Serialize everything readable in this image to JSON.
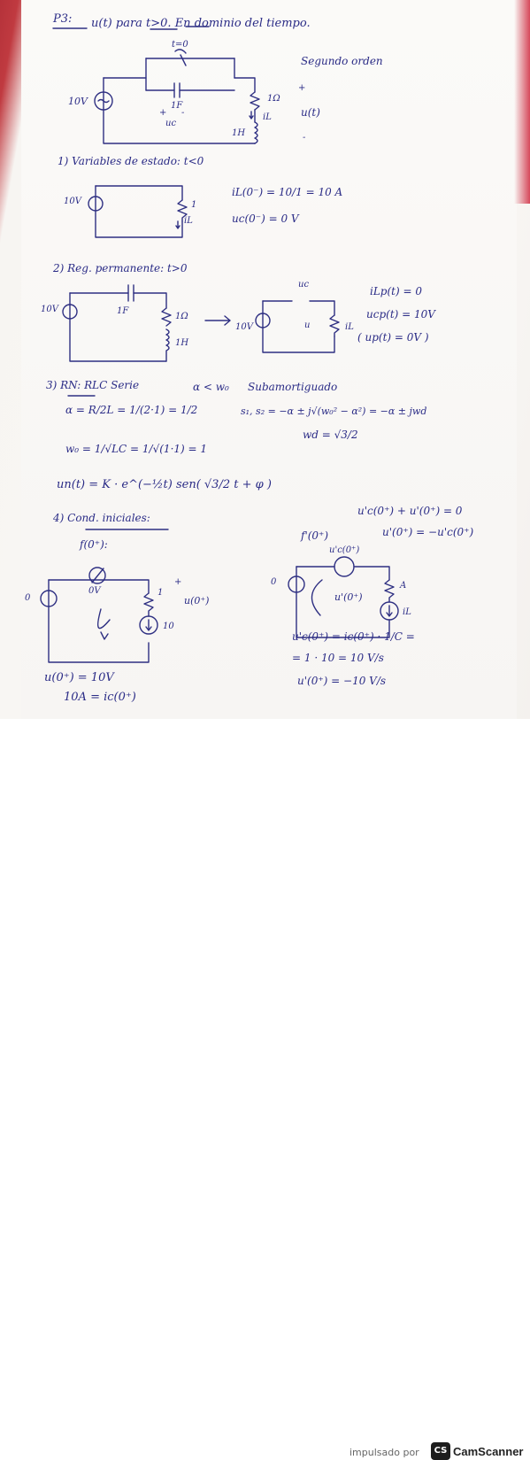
{
  "header": {
    "problem": "P3:",
    "title": "u(t) para t>0. En dominio del tiempo.",
    "order": "Segundo orden"
  },
  "circuit_main": {
    "switch": "t=0",
    "source": "10V",
    "cap": "1F",
    "cap_plus": "+",
    "cap_minus": "-",
    "cap_var": "uc",
    "res": "1Ω",
    "ind": "1H",
    "il": "iL",
    "u_plus": "+",
    "u": "u(t)",
    "u_minus": "-"
  },
  "section1": {
    "heading": "1) Variables de estado: t<0",
    "source": "10V",
    "res": "1",
    "il": "iL",
    "eq1": "iL(0⁻) = 10/1 = 10 A",
    "eq2": "uc(0⁻) = 0 V"
  },
  "section2": {
    "heading": "2) Reg. permanente: t>0",
    "source_a": "10V",
    "cap_a": "1F",
    "res_a": "1Ω",
    "ind_a": "1H",
    "uc_b": "uc",
    "source_b": "10V",
    "u_b": "u",
    "il_b": "iL",
    "eq1": "iLp(t) = 0",
    "eq2": "ucp(t) = 10V",
    "eq3": "( up(t) = 0V )"
  },
  "section3": {
    "heading": "3) RN: RLC Serie",
    "cond": "α < w₀",
    "type": "Subamortiguado",
    "alpha": "α = R/2L = 1/(2·1) = 1/2",
    "w0": "w₀ = 1/√LC = 1/√(1·1) = 1",
    "roots": "s₁, s₂ = −α ± j√(w₀² − α²) = −α ± jwd",
    "wd": "wd = √3/2",
    "un": "un(t) = K · e^(−½t) sen( √3/2 t + φ )"
  },
  "section4": {
    "heading": "4) Cond. iniciales:",
    "f": "f(0⁺):",
    "src_left": "0",
    "sw_label": "0V",
    "res_left": "1",
    "u_plus": "+",
    "u_left": "u(0⁺)",
    "cur_left": "10",
    "eq_u": "u(0⁺) = 10V",
    "eq_ic": "10A = ic(0⁺)",
    "fprime": "f'(0⁺)",
    "src_right": "0",
    "uc_right": "u'c(0⁺)",
    "res_right": "A",
    "u_right": "u'(0⁺)",
    "cur_right": "iL",
    "eq_a": "u'c(0⁺) + u'(0⁺) = 0",
    "eq_b": "u'(0⁺) = −u'c(0⁺)",
    "eq_c": "u'c(0⁺) = ic(0⁺) · 1/C =",
    "eq_d": "= 1 · 10 = 10 V/s",
    "eq_e": "u'(0⁺) = −10 V/s"
  },
  "footer": {
    "powered": "impulsado por",
    "logo": "CS",
    "brand": "CamScanner"
  }
}
